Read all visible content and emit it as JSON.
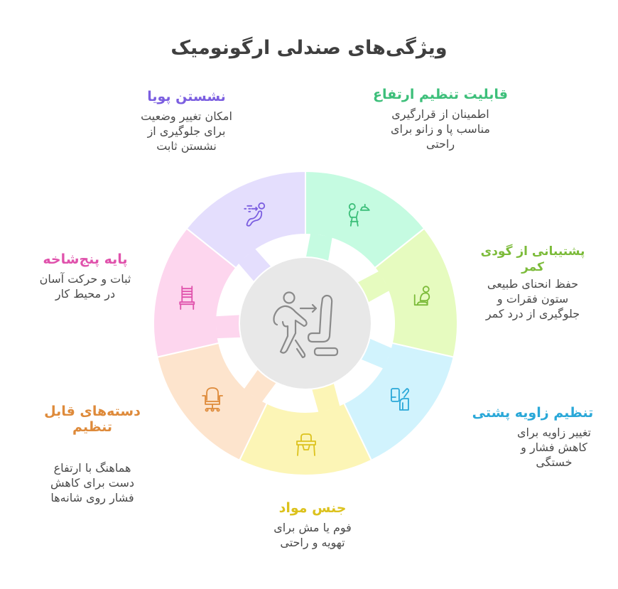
{
  "title": "ویژگی‌های صندلی ارگونومیک",
  "center": {
    "icon": "person-walking-to-seat-icon",
    "color": "#8a8a8a",
    "fill": "#e8e8e8"
  },
  "segments": [
    {
      "id": "height",
      "heading": "قابلیت تنظیم ارتفاع",
      "desc": [
        "اطمینان از قرارگیری",
        "مناسب پا و زانو برای",
        "راحتی"
      ],
      "icon": "child-on-high-stool-icon",
      "color": "#3dbf7a",
      "fill": "#c5fbe1"
    },
    {
      "id": "lumbar",
      "heading": [
        "پشتیبانی از گودی",
        "کمر"
      ],
      "desc": [
        "حفظ انحنای طبیعی",
        "ستون فقرات و",
        "جلوگیری از درد کمر"
      ],
      "icon": "seated-person-back-support-icon",
      "color": "#7cbb3a",
      "fill": "#e6fbbf"
    },
    {
      "id": "recline",
      "heading": "تنظیم زاویه پشتی",
      "desc": [
        "تغییر زاویه برای",
        "کاهش فشار و",
        "خستگی"
      ],
      "icon": "reclining-seat-icon",
      "color": "#2aa8d8",
      "fill": "#d1f3fd"
    },
    {
      "id": "material",
      "heading": "جنس مواد",
      "desc": [
        "فوم یا مش برای",
        "تهویه و راحتی"
      ],
      "icon": "mesh-seat-icon",
      "color": "#dcc21d",
      "fill": "#fcf5b6"
    },
    {
      "id": "armrests",
      "heading": [
        "دسته‌های قابل",
        "تنظیم"
      ],
      "desc": [
        "هماهنگ با ارتفاع",
        "دست برای کاهش",
        "فشار روی شانه‌ها"
      ],
      "icon": "office-chair-icon",
      "color": "#de8a3a",
      "fill": "#fde4cd"
    },
    {
      "id": "base",
      "heading": "پایه پنج‌شاخه",
      "desc": [
        "ثبات و حرکت آسان",
        "در محیط کار"
      ],
      "icon": "ladder-back-chair-icon",
      "color": "#e052ac",
      "fill": "#fdd6ee"
    },
    {
      "id": "dynamic",
      "heading": "نشستن پویا",
      "desc": [
        "امکان تغییر وضعیت",
        "برای جلوگیری از",
        "نشستن ثابت"
      ],
      "icon": "dynamic-sitting-icon",
      "color": "#7b5ee0",
      "fill": "#e4defd"
    }
  ]
}
